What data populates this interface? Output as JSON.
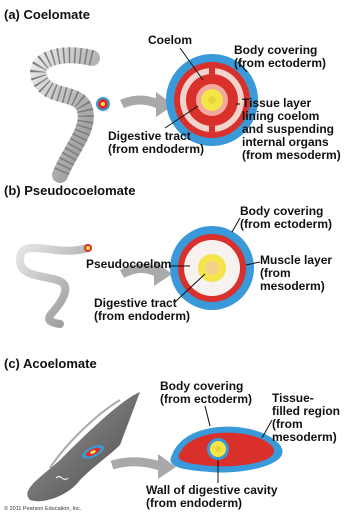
{
  "panels": [
    {
      "title": "(a) Coelomate",
      "labels": {
        "coelom": "Coelom",
        "body_covering": [
          "Body covering",
          "(from ectoderm)"
        ],
        "tissue_layer": [
          "Tissue layer",
          "lining coelom",
          "and suspending",
          "internal organs",
          "(from mesoderm)"
        ],
        "digestive_tract": [
          "Digestive tract",
          "(from endoderm)"
        ]
      }
    },
    {
      "title": "(b) Pseudocoelomate",
      "labels": {
        "body_covering": [
          "Body covering",
          "(from ectoderm)"
        ],
        "pseudocoelom": "Pseudocoelom",
        "muscle_layer": [
          "Muscle layer",
          "(from",
          "mesoderm)"
        ],
        "digestive_tract": [
          "Digestive tract",
          "(from endoderm)"
        ]
      }
    },
    {
      "title": "(c) Acoelomate",
      "labels": {
        "body_covering": [
          "Body covering",
          "(from ectoderm)"
        ],
        "tissue_filled": [
          "Tissue-",
          "filled region",
          "(from",
          "mesoderm)"
        ],
        "digestive_cavity": [
          "Wall of digestive cavity",
          "(from endoderm)"
        ]
      }
    }
  ],
  "copyright": "© 2011 Pearson Education, Inc.",
  "colors": {
    "ectoderm": "#3a9ad9",
    "mesoderm": "#d9302c",
    "coelom_cavity": "#f1d4cc",
    "endoderm": "#f5e44a",
    "worm_body": "#b5b5b5",
    "arrow": "#a9a9a9"
  }
}
